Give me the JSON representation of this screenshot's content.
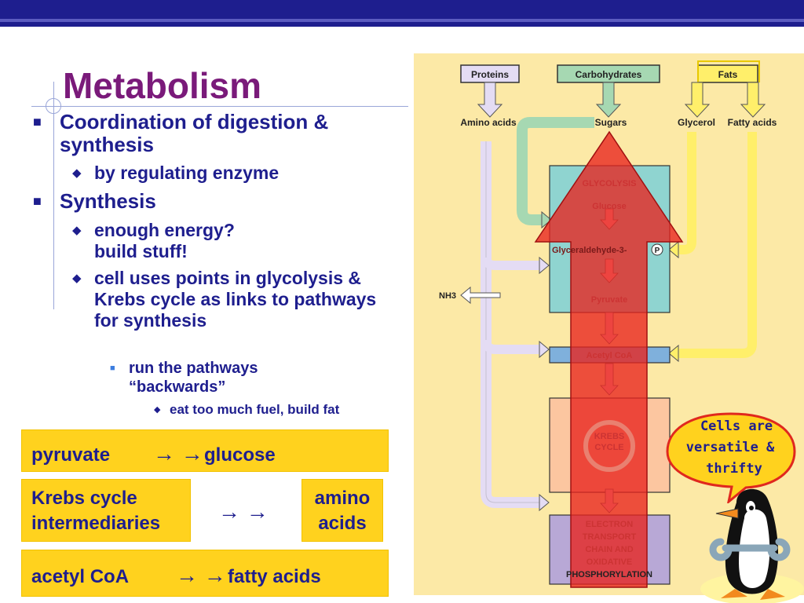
{
  "slide": {
    "title": "Metabolism",
    "bullets": {
      "coordination": "Coordination of digestion & synthesis",
      "regulating": "by regulating enzyme",
      "synthesis": "Synthesis",
      "energy": "enough energy?\nbuild stuff!",
      "points": "cell uses points in glycolysis & Krebs cycle as links to pathways for synthesis",
      "backwards": "run the pathways “backwards”",
      "fuel": "eat too much fuel, build fat"
    },
    "boxes": {
      "pyruvate": "pyruvate",
      "glucose": "glucose",
      "krebs": "Krebs cycle\nintermediaries",
      "amino": "amino\nacids",
      "acetyl": "acetyl CoA",
      "fatty": "fatty acids",
      "arrows": "→ →"
    }
  },
  "diagram": {
    "sources": {
      "proteins": "Proteins",
      "carbohydrates": "Carbohydrates",
      "fats": "Fats"
    },
    "intermediates": {
      "amino_acids": "Amino acids",
      "sugars": "Sugars",
      "glycerol": "Glycerol",
      "fatty_acids": "Fatty acids",
      "nh3": "NH3"
    },
    "pathway": {
      "glycolysis": "GLYCOLYSIS",
      "glucose": "Glucose",
      "g3p": "Glyceraldehyde-3-",
      "phosphate": "P",
      "pyruvate": "Pyruvate",
      "acetyl_coa": "Acetyl CoA",
      "krebs1": "KREBS",
      "krebs2": "CYCLE",
      "etc1": "ELECTRON",
      "etc2": "TRANSPORT",
      "etc3": "CHAIN AND",
      "etc4": "OXIDATIVE",
      "etc5": "PHOSPHORYLATION"
    }
  },
  "callout": {
    "line1": "Cells are",
    "line2": "versatile &",
    "line3": "thrifty"
  },
  "colors": {
    "header": "#1e1e8e",
    "title": "#7a1a7a",
    "text": "#1e1e8e",
    "highlight": "#ffd21e",
    "red_arrow": "#e8221e"
  }
}
